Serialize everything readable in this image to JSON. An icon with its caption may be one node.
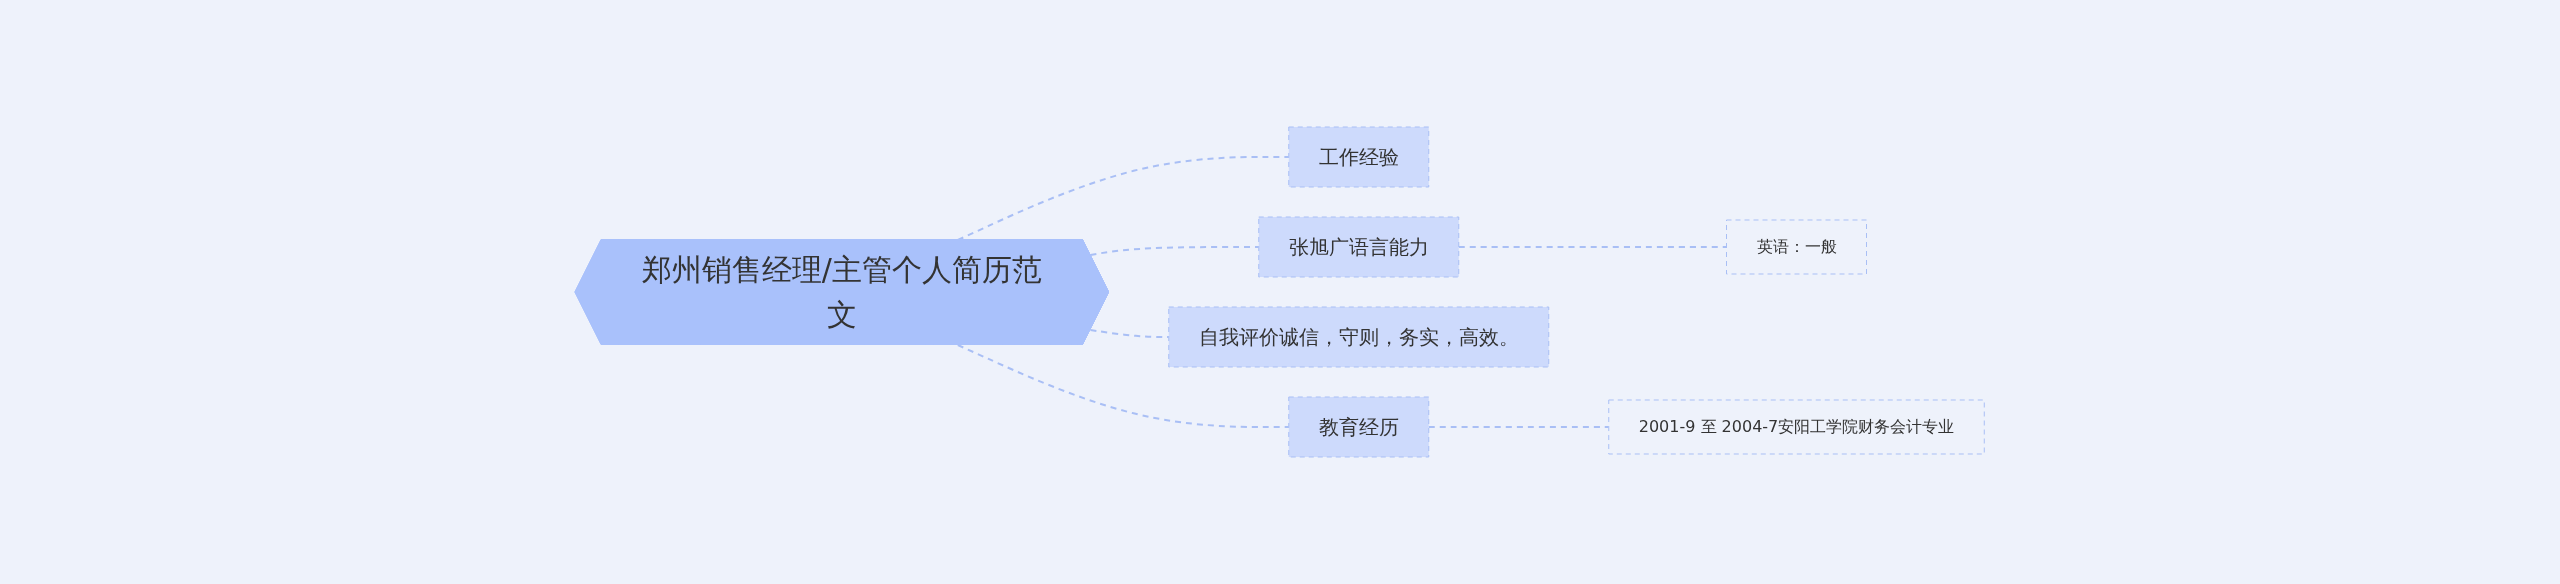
{
  "diagram": {
    "nodes": [
      {
        "text": [
          "郑州销售经理/主管个人简历范文"
        ]
      },
      {
        "text": [
          "工作经验"
        ]
      },
      {
        "text": [
          "张旭广语言能力"
        ]
      },
      {
        "text": [
          "英语：一般"
        ]
      },
      {
        "text": [
          "自我评价诚信，守则，务实，高效。"
        ]
      },
      {
        "text": [
          "教育经历"
        ]
      },
      {
        "text": [
          "2001-9 至 2004-7安阳工学院财务会计专业"
        ]
      }
    ],
    "edges": [
      {
        "from": 0,
        "to": 1,
        "arrow": "none",
        "style": "dashed"
      },
      {
        "from": 0,
        "to": 2,
        "arrow": "none",
        "style": "dashed"
      },
      {
        "from": 2,
        "to": 3,
        "arrow": "none",
        "style": "dashed"
      },
      {
        "from": 0,
        "to": 4,
        "arrow": "none",
        "style": "dashed"
      },
      {
        "from": 0,
        "to": 5,
        "arrow": "none",
        "style": "dashed"
      },
      {
        "from": 5,
        "to": 6,
        "arrow": "none",
        "style": "dashed"
      }
    ]
  }
}
